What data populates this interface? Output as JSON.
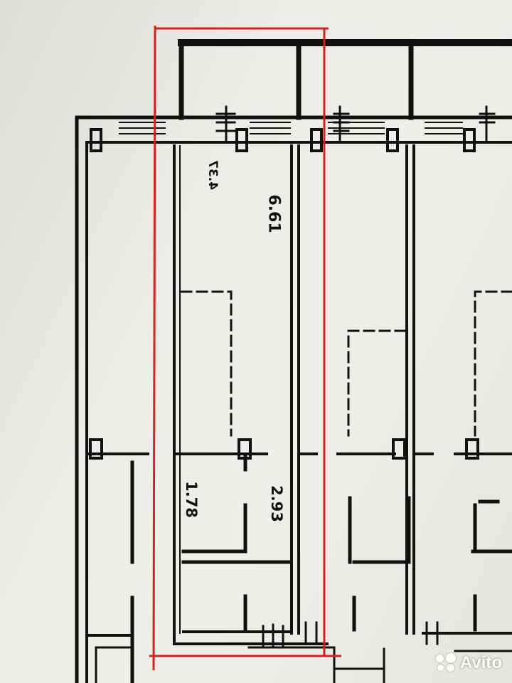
{
  "plan": {
    "dimensions": {
      "upper_width": "4.37",
      "upper_length": "6.61",
      "lower_width": "1.78",
      "lower_length": "2.93"
    }
  },
  "highlight": {
    "color": "#d42020"
  },
  "watermark": {
    "text": "Avito",
    "icon": "avito-dots-icon"
  }
}
